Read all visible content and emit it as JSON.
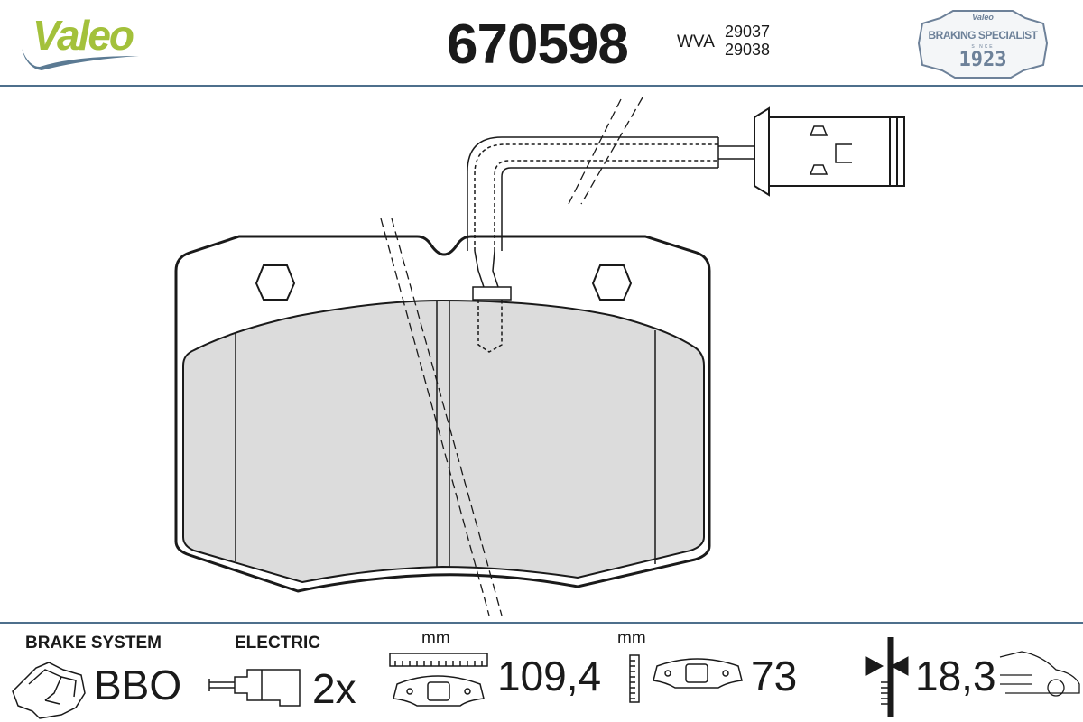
{
  "header": {
    "brand": "Valeo",
    "part_number": "670598",
    "wva_label": "WVA",
    "wva_numbers": [
      "29037",
      "29038"
    ],
    "badge": {
      "brand": "Valeo",
      "line1": "BRAKING SPECIALIST",
      "since": "SINCE",
      "year": "1923"
    }
  },
  "specs": {
    "brake_system": {
      "label": "BRAKE SYSTEM",
      "value": "BBO"
    },
    "electric": {
      "label": "ELECTRIC",
      "value": "2x"
    },
    "width": {
      "unit": "mm",
      "value": "109,4"
    },
    "height": {
      "unit": "mm",
      "value": "73"
    },
    "thickness": {
      "value": "18,3"
    }
  },
  "colors": {
    "brand_green": "#a3c13b",
    "rule_blue": "#4d6f8c",
    "friction_gray": "#dcdcdc"
  }
}
